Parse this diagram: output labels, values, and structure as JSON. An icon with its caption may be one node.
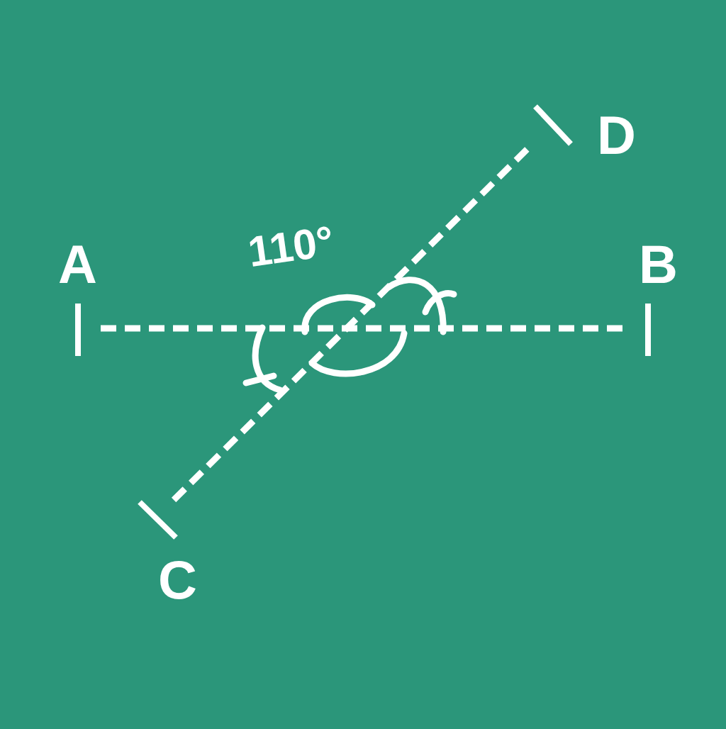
{
  "diagram": {
    "nodes": [
      {
        "text": [
          "A"
        ]
      },
      {
        "text": [
          "B"
        ]
      },
      {
        "text": [
          "C"
        ]
      },
      {
        "text": [
          "D"
        ]
      }
    ],
    "edges": [
      {
        "from": 0,
        "to": 1,
        "arrow": "none",
        "style": "dashed"
      },
      {
        "from": 2,
        "to": 3,
        "arrow": "none",
        "style": "dashed"
      }
    ],
    "labels": [
      "110°"
    ]
  }
}
